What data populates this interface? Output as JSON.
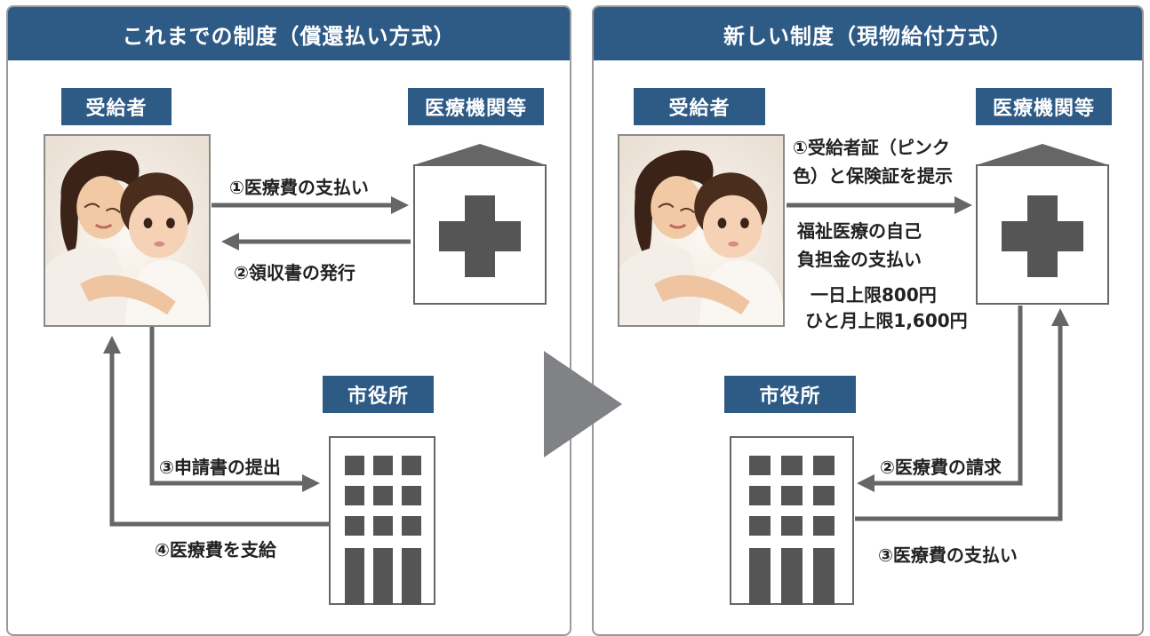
{
  "colors": {
    "header_blue": "#2e5a86",
    "arrow_gray": "#666666",
    "icon_gray": "#555555",
    "border_gray": "#9a9a9a"
  },
  "left_panel": {
    "title": "これまでの制度（償還払い方式）",
    "recipient_tag": "受給者",
    "clinic_tag": "医療機関等",
    "city_tag": "市役所",
    "step1": "①医療費の支払い",
    "step2": "②領収書の発行",
    "step3": "③申請書の提出",
    "step4": "④医療費を支給"
  },
  "right_panel": {
    "title": "新しい制度（現物給付方式）",
    "recipient_tag": "受給者",
    "clinic_tag": "医療機関等",
    "city_tag": "市役所",
    "step1": "①受給者証（ピンク\n色）と保険証を提示",
    "payment": "福祉医療の自己\n負担金の支払い",
    "limit_day": "一日上限800円",
    "limit_month": "ひと月上限1,600円",
    "step2": "②医療費の請求",
    "step3": "③医療費の支払い"
  },
  "icons": {
    "photo": "mother-and-child-photo",
    "clinic": "medical-cross-building-icon",
    "city": "office-building-icon",
    "transition": "right-triangle-arrow-icon"
  }
}
